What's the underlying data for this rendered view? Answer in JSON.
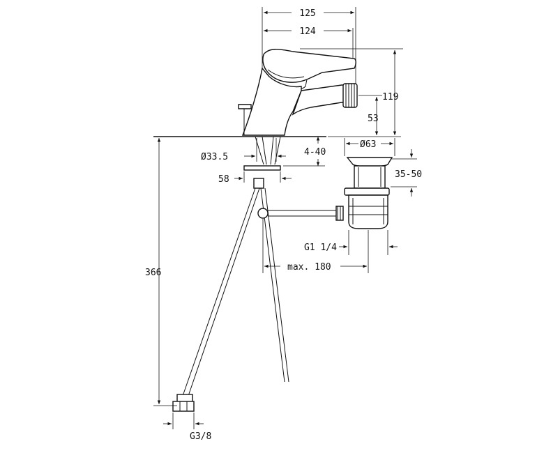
{
  "dimensions": {
    "width_125": "125",
    "width_124": "124",
    "height_119": "119",
    "height_53": "53",
    "dia_33_5": "Ø33.5",
    "range_4_40": "4-40",
    "dia_63": "Ø63",
    "range_35_50": "35-50",
    "dim_58": "58",
    "height_366": "366",
    "thread_g1_1_4": "G1 1/4",
    "max_180": "max. 180",
    "thread_g3_8": "G3/8"
  }
}
